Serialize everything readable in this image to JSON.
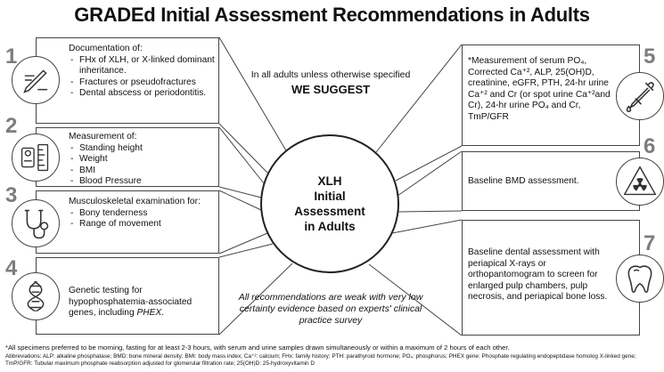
{
  "title": "GRADEd Initial Assessment Recommendations in Adults",
  "intro_line": "In all adults unless otherwise specified",
  "suggest_line": "WE SUGGEST",
  "center": {
    "lines": [
      "XLH",
      "Initial",
      "Assessment",
      "in Adults"
    ]
  },
  "bottom_note": "All recommendations are weak with very low certainty evidence based on experts' clinical practice survey",
  "left_items": [
    {
      "num": "1",
      "icon": "pen-document-icon",
      "heading": "Documentation of:",
      "bullets": [
        "FHx of XLH, or X-linked dominant inheritance.",
        "Fractures or pseudofractures",
        "Dental abscess or periodontitis."
      ]
    },
    {
      "num": "2",
      "icon": "height-weight-scale-icon",
      "heading": "Measurement of:",
      "bullets": [
        "Standing height",
        "Weight",
        "BMI",
        "Blood Pressure"
      ]
    },
    {
      "num": "3",
      "icon": "stethoscope-icon",
      "heading": "Musculoskeletal examination for:",
      "bullets": [
        "Bony tenderness",
        "Range of movement"
      ]
    },
    {
      "num": "4",
      "icon": "dna-icon",
      "text_before": "Genetic testing for hypophosphatemia-associated genes, including ",
      "text_em": "PHEX",
      "text_after": "."
    }
  ],
  "right_items": [
    {
      "num": "5",
      "icon": "dropper-icon",
      "text": "*Measurement of serum PO₄, Corrected Ca⁺², ALP, 25(OH)D, creatinine, eGFR, PTH, 24-hr urine Ca⁺² and Cr (or spot urine Ca⁺²and Cr), 24-hr urine PO₄ and Cr, TmP/GFR"
    },
    {
      "num": "6",
      "icon": "radiation-icon",
      "text": "Baseline BMD assessment."
    },
    {
      "num": "7",
      "icon": "tooth-icon",
      "text": "Baseline dental assessment with periapical X-rays or orthopantomogram to screen for enlarged pulp chambers, pulp necrosis, and periapical bone loss."
    }
  ],
  "footnote_main": "*All specimens preferred to be morning, fasting for at least 2-3 hours, with serum and urine samples drawn simultaneously or within a maximum of 2 hours of each other.",
  "footnote_abbrev": "Abbreviations: ALP: alkaline phosphatase; BMD: bone mineral density; BMI: body mass index; Ca⁺²: calcium; FHx: family history; PTH: parathyroid hormone; PO₄: phosphorus; PHEX gene: Phosphate regulating endopeptidase homolog X-linked gene; TmP/GFR: Tubular maximum phosphate reabsorption adjusted for glomerular filtration rate; 25(OH)D: 25-hydroxyvitamin D"
}
